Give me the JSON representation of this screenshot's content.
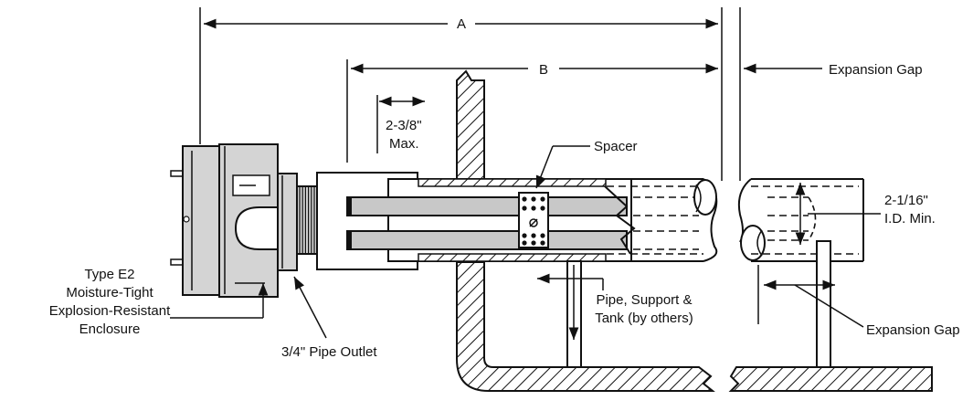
{
  "labels": {
    "dim_a": "A",
    "dim_b": "B",
    "expansion_gap_top": "Expansion Gap",
    "max_dim": "2-3/8\"",
    "max_word": "Max.",
    "spacer": "Spacer",
    "id_dim": "2-1/16\"",
    "id_min": "I.D. Min.",
    "enclosure_1": "Type E2",
    "enclosure_2": "Moisture-Tight",
    "enclosure_3": "Explosion-Resistant",
    "enclosure_4": "Enclosure",
    "pipe_outlet": "3/4\" Pipe Outlet",
    "pipe_support_1": "Pipe, Support &",
    "pipe_support_2": "Tank (by others)",
    "expansion_gap_bottom": "Expansion Gap"
  },
  "colors": {
    "stroke": "#111111",
    "housing_fill": "#d4d4d4",
    "element_fill": "#c8c8c8",
    "background": "#ffffff"
  }
}
